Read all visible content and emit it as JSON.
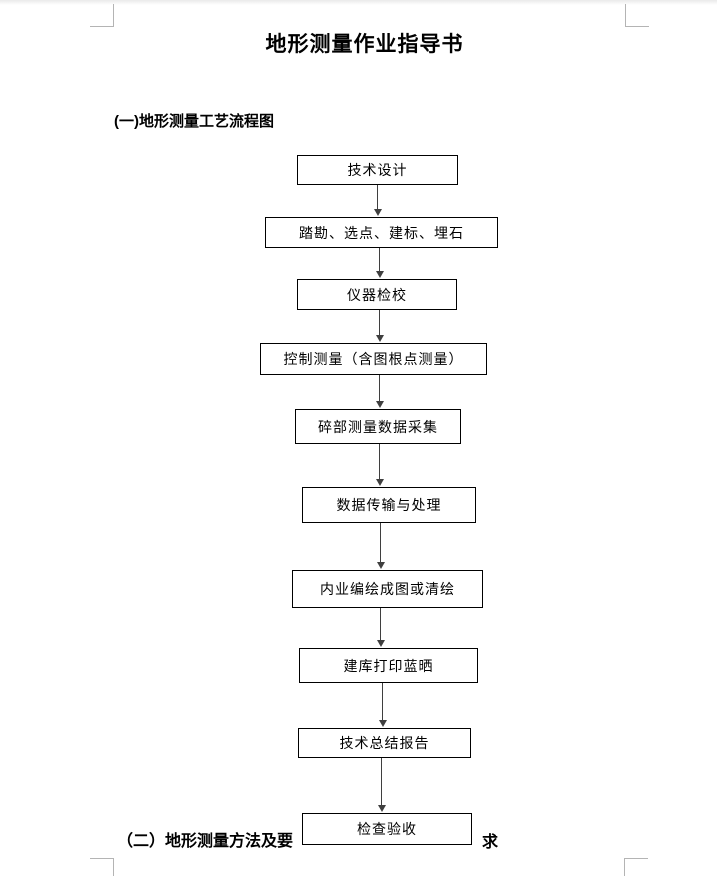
{
  "document": {
    "title": "地形测量作业指导书",
    "section1": {
      "heading": "(一)地形测量工艺流程图"
    },
    "section2": {
      "heading_prefix": "（二）地形测量方法及要",
      "heading_suffix": "求"
    }
  },
  "flowchart": {
    "steps": [
      {
        "label": "技术设计"
      },
      {
        "label": "踏勘、选点、建标、埋石"
      },
      {
        "label": "仪器检校"
      },
      {
        "label": "控制测量（含图根点测量）"
      },
      {
        "label": "碎部测量数据采集"
      },
      {
        "label": "数据传输与处理"
      },
      {
        "label": "内业编绘成图或清绘"
      },
      {
        "label": "建库打印蓝晒"
      },
      {
        "label": "技术总结报告"
      },
      {
        "label": "检查验收"
      }
    ]
  },
  "colors": {
    "box_border": "#000000",
    "arrow": "#3f3f3f",
    "crop_mark": "#b4b4b4",
    "text": "#000000",
    "page_background": "#ffffff"
  }
}
